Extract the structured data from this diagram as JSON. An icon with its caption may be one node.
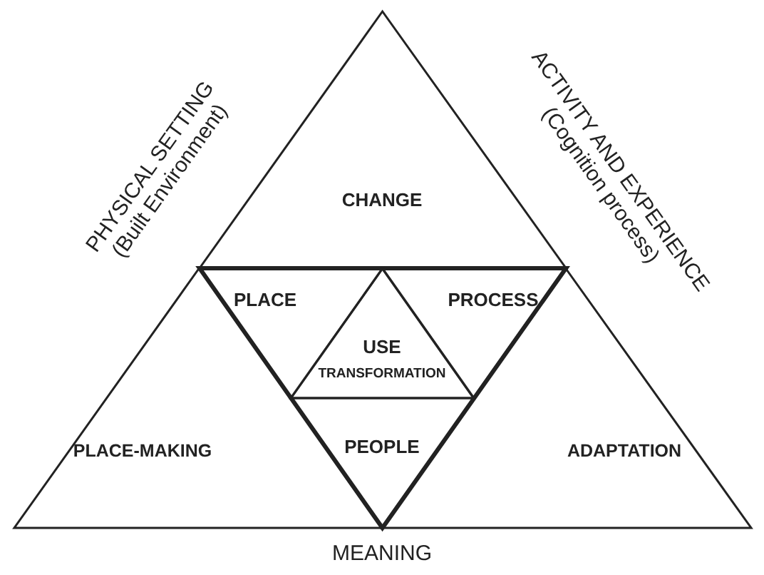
{
  "diagram": {
    "nodes": [
      {
        "text": [
          "CHANGE"
        ]
      },
      {
        "text": [],
        "shape": "triangle"
      },
      {
        "text": [
          "PLACE"
        ],
        "in": 1
      },
      {
        "text": [
          "PROCESS"
        ],
        "in": 1
      },
      {
        "text": [
          "USE",
          "TRANSFORMATION"
        ],
        "in": 1
      },
      {
        "text": [
          "PEOPLE"
        ],
        "in": 1
      },
      {
        "text": [
          "PLACE-MAKING"
        ]
      },
      {
        "text": [
          "ADAPTATION"
        ]
      }
    ],
    "edges": [],
    "labels": [
      "PHYSICAL SETTING (Built Environment)",
      "ACTIVITY AND EXPERIENCE (Cognition process)",
      "MEANING"
    ]
  }
}
